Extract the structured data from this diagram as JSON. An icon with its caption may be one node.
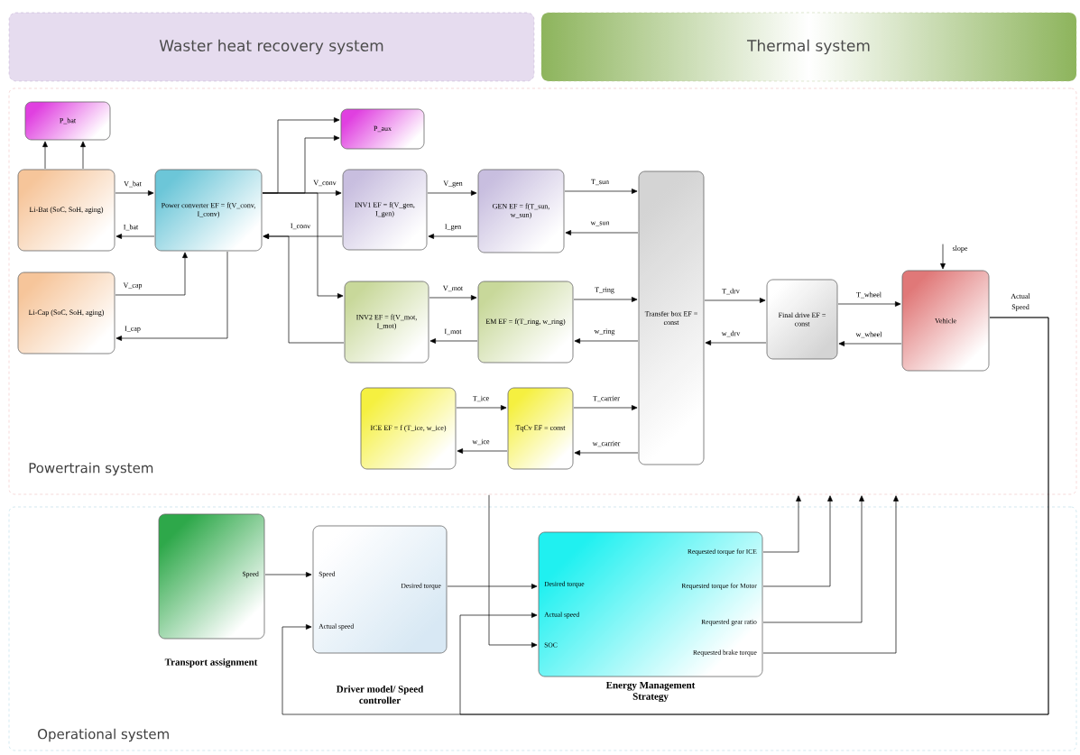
{
  "diagram": {
    "nodes": [
      {
        "text": [
          "Waster heat recovery system"
        ]
      },
      {
        "text": [
          "Thermal system"
        ]
      },
      {
        "text": [
          "Powertrain system"
        ]
      },
      {
        "text": [
          "P_bat"
        ],
        "in": 2
      },
      {
        "text": [
          "Li-Bat (SoC, SoH, aging)"
        ],
        "in": 2
      },
      {
        "text": [
          "Li-Cap (SoC, SoH, aging)"
        ],
        "in": 2
      },
      {
        "text": [
          "Power converter EF = f(V_conv, I_conv)"
        ],
        "in": 2
      },
      {
        "text": [
          "P_aux"
        ],
        "in": 2
      },
      {
        "text": [
          "INV1 EF = f(V_gen, I_gen)"
        ],
        "in": 2
      },
      {
        "text": [
          "GEN EF = f(T_sun, w_sun)"
        ],
        "in": 2
      },
      {
        "text": [
          "INV2 EF = f(V_mot, I_mot)"
        ],
        "in": 2
      },
      {
        "text": [
          "EM EF = f(T_ring, w_ring)"
        ],
        "in": 2
      },
      {
        "text": [
          "ICE EF = f (T_ice, w_ice)"
        ],
        "in": 2
      },
      {
        "text": [
          "TqCv EF = const"
        ],
        "in": 2
      },
      {
        "text": [
          "Transfer box EF = const"
        ],
        "in": 2
      },
      {
        "text": [
          "Final drive EF = const"
        ],
        "in": 2
      },
      {
        "text": [
          "Vehicle"
        ],
        "in": 2
      },
      {
        "text": [
          "Operational system"
        ]
      },
      {
        "text": [
          "Speed",
          "Transport assignment"
        ],
        "in": 17
      },
      {
        "text": [
          "Speed",
          "Desired torque",
          "Actual speed",
          "Driver model/ Speed controller"
        ],
        "in": 17
      },
      {
        "text": [
          "Requested torque for ICE",
          "Desired torque",
          "Requested torque for Motor",
          "Actual speed",
          "Requested gear ratio",
          "SOC",
          "Requested brake torque",
          "Energy Management Strategy"
        ],
        "in": 17
      }
    ],
    "edges": [
      {
        "from": 4,
        "to": 3,
        "arrow": "to"
      },
      {
        "from": 4,
        "to": 3,
        "arrow": "to"
      },
      {
        "from": 4,
        "to": 6,
        "arrow": "to",
        "label": "V_bat"
      },
      {
        "from": 6,
        "to": 4,
        "arrow": "to",
        "label": "I_bat"
      },
      {
        "from": 5,
        "to": 6,
        "arrow": "to",
        "label": "V_cap"
      },
      {
        "from": 6,
        "to": 5,
        "arrow": "to",
        "label": "I_cap"
      },
      {
        "from": 6,
        "to": 7,
        "arrow": "to"
      },
      {
        "from": 6,
        "to": 7,
        "arrow": "to"
      },
      {
        "from": 6,
        "to": 8,
        "arrow": "to",
        "label": "V_conv"
      },
      {
        "from": 8,
        "to": 6,
        "arrow": "to",
        "label": "I_conv"
      },
      {
        "from": 6,
        "to": 10,
        "arrow": "to"
      },
      {
        "from": 10,
        "to": 6,
        "arrow": "to"
      },
      {
        "from": 8,
        "to": 9,
        "arrow": "to",
        "label": "V_gen"
      },
      {
        "from": 9,
        "to": 8,
        "arrow": "to",
        "label": "I_gen"
      },
      {
        "from": 9,
        "to": 14,
        "arrow": "to",
        "label": "T_sun"
      },
      {
        "from": 14,
        "to": 9,
        "arrow": "to",
        "label": "w_sun"
      },
      {
        "from": 10,
        "to": 11,
        "arrow": "to",
        "label": "V_mot"
      },
      {
        "from": 11,
        "to": 10,
        "arrow": "to",
        "label": "I_mot"
      },
      {
        "from": 11,
        "to": 14,
        "arrow": "to",
        "label": "T_ring"
      },
      {
        "from": 14,
        "to": 11,
        "arrow": "to",
        "label": "w_ring"
      },
      {
        "from": 12,
        "to": 13,
        "arrow": "to",
        "label": "T_ice"
      },
      {
        "from": 13,
        "to": 12,
        "arrow": "to",
        "label": "w_ice"
      },
      {
        "from": 13,
        "to": 14,
        "arrow": "to",
        "label": "T_carrier"
      },
      {
        "from": 14,
        "to": 13,
        "arrow": "to",
        "label": "w_carrier"
      },
      {
        "from": 14,
        "to": 15,
        "arrow": "to",
        "label": "T_drv"
      },
      {
        "from": 15,
        "to": 14,
        "arrow": "to",
        "label": "w_drv"
      },
      {
        "from": 15,
        "to": 16,
        "arrow": "to",
        "label": "T_wheel"
      },
      {
        "from": 16,
        "to": 15,
        "arrow": "to",
        "label": "w_wheel"
      },
      {
        "from": null,
        "to": 16,
        "arrow": "to",
        "label": "slope"
      },
      {
        "from": 16,
        "to": 19,
        "arrow": "to",
        "label": "Actual Speed"
      },
      {
        "from": 16,
        "to": 20,
        "arrow": "to"
      },
      {
        "from": 18,
        "to": 19,
        "arrow": "to"
      },
      {
        "from": 19,
        "to": 20,
        "arrow": "to"
      },
      {
        "from": 2,
        "to": 20,
        "arrow": "to"
      },
      {
        "from": 20,
        "to": 2,
        "arrow": "to"
      },
      {
        "from": 20,
        "to": 2,
        "arrow": "to"
      },
      {
        "from": 20,
        "to": 2,
        "arrow": "to"
      },
      {
        "from": 20,
        "to": 2,
        "arrow": "to"
      }
    ]
  }
}
